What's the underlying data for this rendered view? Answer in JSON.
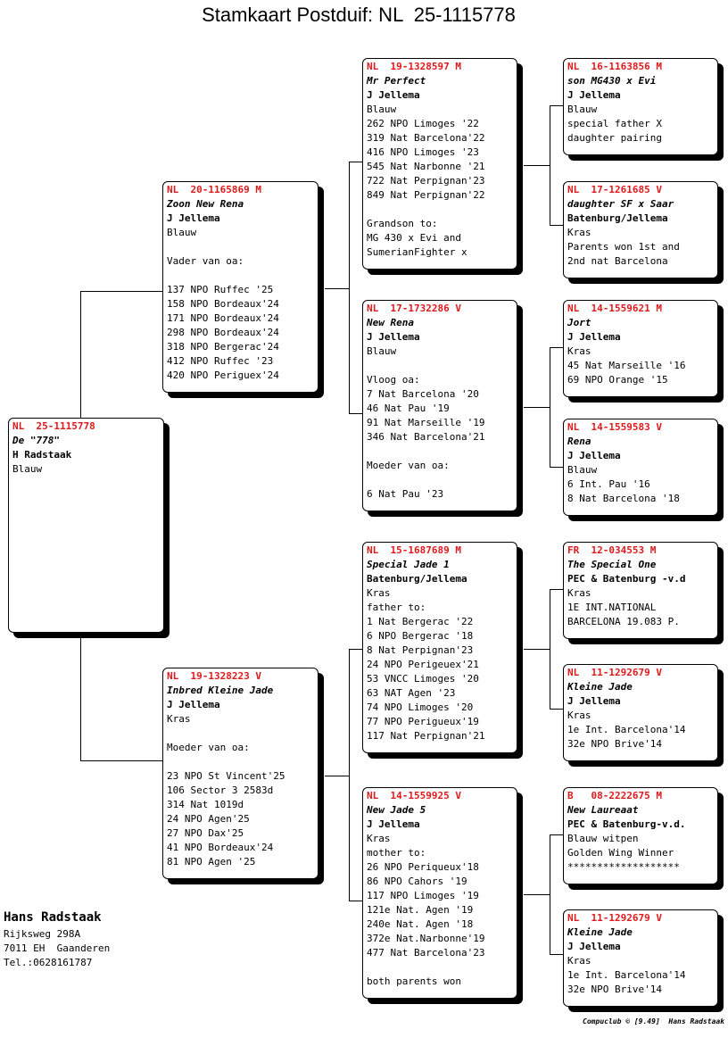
{
  "title": "Stamkaart Postduif: NL  25-1115778",
  "pigeons": {
    "subject": {
      "ring": "NL  25-1115778",
      "name": "De \"778\"",
      "breeder": "H Radstaak",
      "lines": [
        "Blauw"
      ]
    },
    "father": {
      "ring": "NL  20-1165869 M",
      "name": "Zoon New Rena",
      "breeder": "J Jellema",
      "lines": [
        "Blauw",
        "",
        "Vader van oa:",
        "",
        "137 NPO Ruffec '25",
        "158 NPO Bordeaux'24",
        "171 NPO Bordeaux'24",
        "298 NPO Bordeaux'24",
        "318 NPO Bergerac'24",
        "412 NPO Ruffec '23",
        "420 NPO Periguex'24"
      ]
    },
    "mother": {
      "ring": "NL  19-1328223 V",
      "name": "Inbred Kleine Jade",
      "breeder": "J Jellema",
      "lines": [
        "Kras",
        "",
        "Moeder van oa:",
        "",
        "23 NPO St Vincent'25",
        "106 Sector 3 2583d",
        "314 Nat 1019d",
        "24 NPO Agen'25",
        "27 NPO Dax'25",
        "41 NPO Bordeaux'24",
        "81 NPO Agen '25"
      ]
    },
    "ff": {
      "ring": "NL  19-1328597 M",
      "name": "Mr Perfect",
      "breeder": "J Jellema",
      "lines": [
        "Blauw",
        "262 NPO Limoges '22",
        "319 Nat Barcelona'22",
        "416 NPO Limoges '23",
        "545 Nat Narbonne '21",
        "722 Nat Perpignan'23",
        "849 Nat Perpignan'22",
        "",
        "Grandson to:",
        "MG 430 x Evi and",
        "SumerianFighter x"
      ]
    },
    "fm": {
      "ring": "NL  17-1732286 V",
      "name": "New Rena",
      "breeder": "J Jellema",
      "lines": [
        "Blauw",
        "",
        "Vloog oa:",
        "7 Nat Barcelona '20",
        "46 Nat Pau '19",
        "91 Nat Marseille '19",
        "346 Nat Barcelona'21",
        "",
        "Moeder van oa:",
        "",
        "6 Nat Pau '23"
      ]
    },
    "mf": {
      "ring": "NL  15-1687689 M",
      "name": "Special Jade 1",
      "breeder": "Batenburg/Jellema",
      "lines": [
        "Kras",
        "father to:",
        "1 Nat Bergerac '22",
        "6 NPO Bergerac '18",
        "8 Nat Perpignan'23",
        "24 NPO Perigeuex'21",
        "53 VNCC Limoges '20",
        "63 NAT Agen '23",
        "74 NPO Limoges '20",
        "77 NPO Perigueux'19",
        "117 Nat Perpignan'21"
      ]
    },
    "mm": {
      "ring": "NL  14-1559925 V",
      "name": "New Jade 5",
      "breeder": "J Jellema",
      "lines": [
        "Kras",
        "mother to:",
        "26 NPO Periqueux'18",
        "86 NPO Cahors '19",
        "117 NPO Limoges '19",
        "121e Nat. Agen '19",
        "240e Nat. Agen '18",
        "372e Nat.Narbonne'19",
        "477 Nat Barcelona'23",
        "",
        "both parents won"
      ]
    },
    "fff": {
      "ring": "NL  16-1163856 M",
      "name": "son MG430 x Evi",
      "breeder": "J Jellema",
      "lines": [
        "Blauw",
        "special father X",
        "daughter pairing"
      ]
    },
    "ffm": {
      "ring": "NL  17-1261685 V",
      "name": "daughter SF x Saar",
      "breeder": "Batenburg/Jellema",
      "lines": [
        "Kras",
        "Parents won 1st and",
        "2nd nat Barcelona"
      ]
    },
    "fmf": {
      "ring": "NL  14-1559621 M",
      "name": "Jort",
      "breeder": "J Jellema",
      "lines": [
        "Kras",
        "45 Nat Marseille '16",
        "69 NPO Orange '15"
      ]
    },
    "fmm": {
      "ring": "NL  14-1559583 V",
      "name": "Rena",
      "breeder": "J Jellema",
      "lines": [
        "Blauw",
        "6 Int. Pau '16",
        "8 Nat Barcelona '18"
      ]
    },
    "mff": {
      "ring": "FR  12-034553 M",
      "name": "The Special One",
      "breeder": "PEC & Batenburg -v.d",
      "lines": [
        "Kras",
        "1E INT.NATIONAL",
        "BARCELONA 19.083 P."
      ]
    },
    "mfm": {
      "ring": "NL  11-1292679 V",
      "name": "Kleine Jade",
      "breeder": "J Jellema",
      "lines": [
        "Kras",
        "1e Int. Barcelona'14",
        "32e NPO Brive'14"
      ]
    },
    "mmf": {
      "ring": "B   08-2222675 M",
      "name": "New Laureaat",
      "breeder": "PEC & Batenburg-v.d.",
      "lines": [
        "Blauw witpen",
        "Golden Wing Winner",
        "*******************"
      ]
    },
    "mmm": {
      "ring": "NL  11-1292679 V",
      "name": "Kleine Jade",
      "breeder": "J Jellema",
      "lines": [
        "Kras",
        "1e Int. Barcelona'14",
        "32e NPO Brive'14"
      ]
    }
  },
  "owner": {
    "name": "Hans Radstaak",
    "address": [
      "Rijksweg 298A",
      "7011 EH  Gaanderen",
      "Tel.:0628161787"
    ]
  },
  "footer": "Compuclub © [9.49]  Hans Radstaak",
  "colors": {
    "ring": "#e0191c",
    "shadow": "#000000"
  }
}
